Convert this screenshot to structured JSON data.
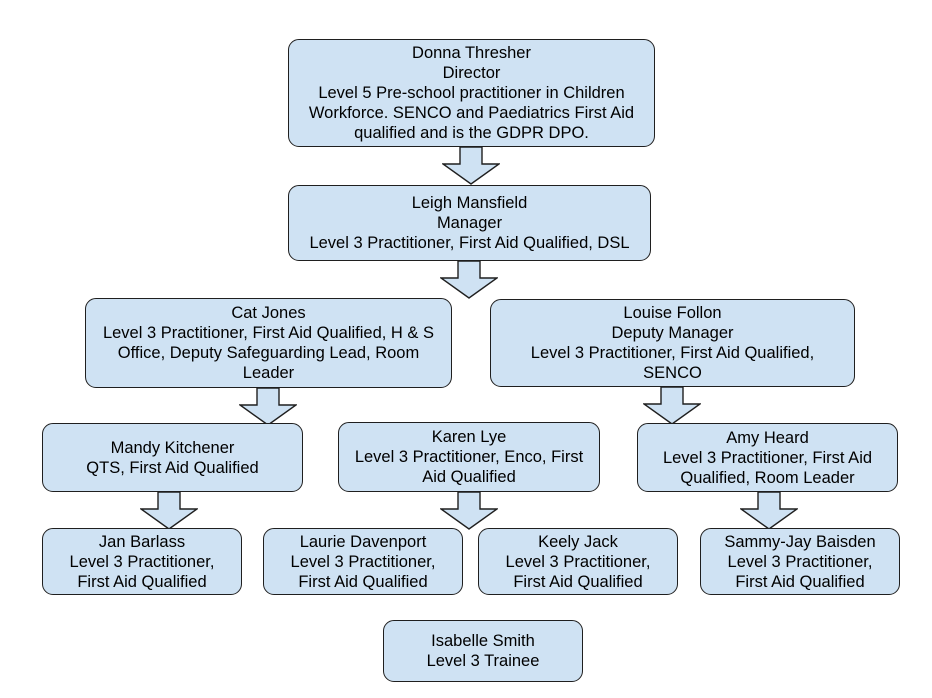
{
  "style": {
    "page_background": "#ffffff",
    "node_fill": "#cfe2f3",
    "node_border": "#1f1f1f",
    "text_color": "#000000"
  },
  "chart": {
    "type": "org-chart",
    "nodes": [
      {
        "name": "Donna Thresher",
        "role": "Director",
        "details": "Level 5 Pre-school practitioner in Children Workforce. SENCO and Paediatrics First Aid qualified and is the GDPR DPO."
      },
      {
        "name": "Leigh Mansfield",
        "role": "Manager",
        "details": "Level 3 Practitioner, First Aid Qualified, DSL"
      },
      {
        "name": "Cat Jones",
        "details": "Level 3 Practitioner, First Aid Qualified, H & S Office, Deputy Safeguarding Lead, Room Leader"
      },
      {
        "name": "Louise Follon",
        "role": "Deputy Manager",
        "details": "Level 3 Practitioner, First Aid Qualified, SENCO"
      },
      {
        "name": "Mandy Kitchener",
        "details": "QTS, First Aid Qualified"
      },
      {
        "name": "Karen Lye",
        "details": "Level 3 Practitioner, Enco, First Aid Qualified"
      },
      {
        "name": "Amy Heard",
        "details": "Level 3 Practitioner, First Aid Qualified, Room Leader"
      },
      {
        "name": "Jan Barlass",
        "details": "Level 3 Practitioner, First Aid Qualified"
      },
      {
        "name": "Laurie Davenport",
        "details": "Level 3 Practitioner, First Aid Qualified"
      },
      {
        "name": "Keely Jack",
        "details": "Level 3 Practitioner, First Aid Qualified"
      },
      {
        "name": "Sammy-Jay Baisden",
        "details": "Level 3 Practitioner, First Aid Qualified"
      },
      {
        "name": "Isabelle Smith",
        "details": "Level 3 Trainee"
      }
    ],
    "connectors": [
      {
        "from": "Donna Thresher",
        "points_to": "Leigh Mansfield"
      },
      {
        "from": "Leigh Mansfield",
        "points_to": "Cat Jones & Louise Follon"
      },
      {
        "from": "Cat Jones",
        "points_to": "Mandy Kitchener"
      },
      {
        "from": "Louise Follon",
        "points_to": "Amy Heard"
      },
      {
        "from": "Mandy Kitchener",
        "points_to": "Jan Barlass"
      },
      {
        "from": "Karen Lye",
        "points_to": "Laurie Davenport & Keely Jack"
      },
      {
        "from": "Amy Heard",
        "points_to": "Sammy-Jay Baisden"
      }
    ]
  }
}
